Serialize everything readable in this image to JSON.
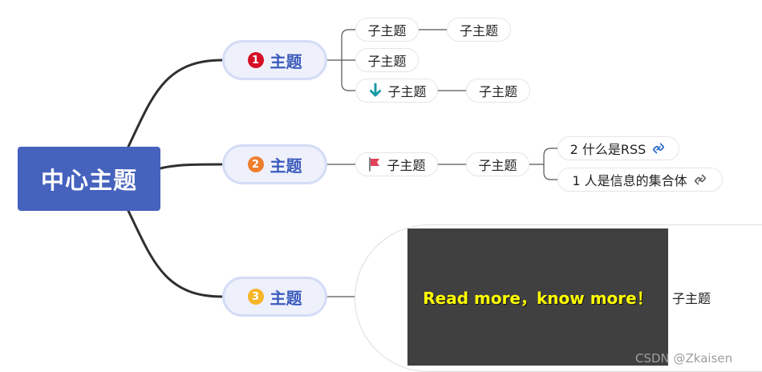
{
  "central_topic": {
    "label": "中心主题",
    "color": "#4562bd"
  },
  "main_topics": [
    {
      "badge": "1",
      "label": "主题",
      "badge_color": "#d50f25"
    },
    {
      "badge": "2",
      "label": "主题",
      "badge_color": "#ef7d2d"
    },
    {
      "badge": "3",
      "label": "主题",
      "badge_color": "#f6b526"
    }
  ],
  "branch1": {
    "sub_a": "子主题",
    "sub_a_child": "子主题",
    "sub_b": "子主题",
    "sub_c": "子主题",
    "sub_c_icon": "arrow-down-icon",
    "sub_c_child": "子主题"
  },
  "branch2": {
    "sub_a": "子主题",
    "sub_a_icon": "flag-icon",
    "sub_a_child": "子主题",
    "link_item_1": "2 什么是RSS",
    "link_item_1_icon": "link-icon",
    "link_item_2": "1 人是信息的集合体",
    "link_item_2_icon": "link-icon"
  },
  "branch3": {
    "image_text": "Read more，know more！",
    "image_label": "子主题"
  },
  "watermark": "CSDN @Zkaisen",
  "colors": {
    "connector": "#2f2f2f",
    "main_topic_border": "#d4dcf6",
    "main_topic_fill": "#eef1fb",
    "main_topic_text": "#3c5bbc",
    "image_bg": "#404040",
    "image_text": "#ffff00"
  }
}
